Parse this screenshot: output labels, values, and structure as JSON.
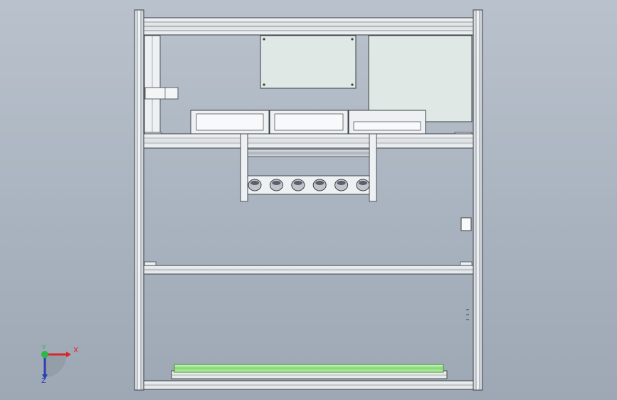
{
  "viewport": {
    "background_top": "#b9c2cc",
    "background_bottom": "#9ea8b5"
  },
  "model": {
    "frame_color": "#e6e9ec",
    "line_color": "#3a3f45",
    "panel_color": "#dfe8e4",
    "highlight_color": "#9ee68f",
    "roller_count": 6
  },
  "triad": {
    "x_label": "X",
    "y_label": "Y",
    "z_label": "Z",
    "x_color": "#d9262a",
    "y_color": "#2db84a",
    "z_color": "#2a3fb3"
  }
}
